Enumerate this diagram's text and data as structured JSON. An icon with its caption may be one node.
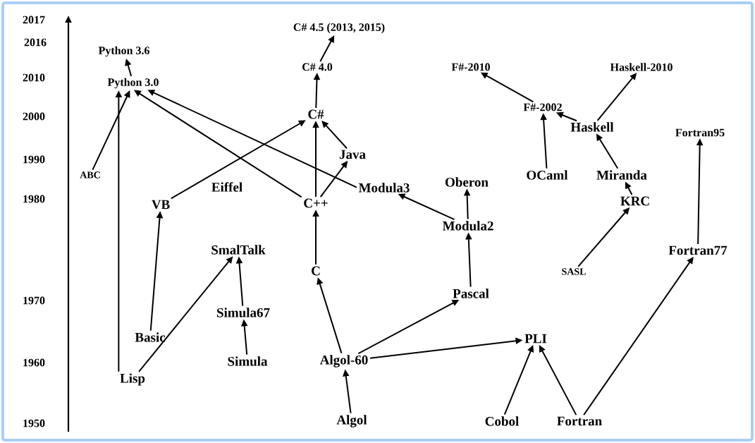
{
  "diagram": {
    "nodes": [
      {
        "text": [
          "Python 3.6"
        ]
      },
      {
        "text": [
          "Python 3.0"
        ]
      },
      {
        "text": [
          "C# 4.5 (2013, 2015)"
        ]
      },
      {
        "text": [
          "C# 4.0"
        ]
      },
      {
        "text": [
          "C#"
        ]
      },
      {
        "text": [
          "F#-2010"
        ]
      },
      {
        "text": [
          "Haskell-2010"
        ]
      },
      {
        "text": [
          "F#-2002"
        ]
      },
      {
        "text": [
          "Haskell"
        ]
      },
      {
        "text": [
          "Fortran95"
        ]
      },
      {
        "text": [
          "Java"
        ]
      },
      {
        "text": [
          "ABC"
        ]
      },
      {
        "text": [
          "OCaml"
        ]
      },
      {
        "text": [
          "Miranda"
        ]
      },
      {
        "text": [
          "Eiffel"
        ]
      },
      {
        "text": [
          "Modula3"
        ]
      },
      {
        "text": [
          "Oberon"
        ]
      },
      {
        "text": [
          "VB"
        ]
      },
      {
        "text": [
          "C++"
        ]
      },
      {
        "text": [
          "KRC"
        ]
      },
      {
        "text": [
          "Modula2"
        ]
      },
      {
        "text": [
          "SmalTalk"
        ]
      },
      {
        "text": [
          "Fortran77"
        ]
      },
      {
        "text": [
          "C"
        ]
      },
      {
        "text": [
          "SASL"
        ]
      },
      {
        "text": [
          "Pascal"
        ]
      },
      {
        "text": [
          "Simula67"
        ]
      },
      {
        "text": [
          "Basic"
        ]
      },
      {
        "text": [
          "PLI"
        ]
      },
      {
        "text": [
          "Simula"
        ]
      },
      {
        "text": [
          "Algol-60"
        ]
      },
      {
        "text": [
          "Lisp"
        ]
      },
      {
        "text": [
          "Algol"
        ]
      },
      {
        "text": [
          "Cobol"
        ]
      },
      {
        "text": [
          "Fortran"
        ]
      }
    ],
    "edges": [
      {
        "from": 1,
        "to": 0,
        "arrow": "to"
      },
      {
        "from": 11,
        "to": 1,
        "arrow": "to"
      },
      {
        "from": 31,
        "to": 1,
        "arrow": "to"
      },
      {
        "from": 18,
        "to": 1,
        "arrow": "to"
      },
      {
        "from": 15,
        "to": 1,
        "arrow": "to"
      },
      {
        "from": 17,
        "to": 4,
        "arrow": "to"
      },
      {
        "from": 3,
        "to": 2,
        "arrow": "to"
      },
      {
        "from": 4,
        "to": 3,
        "arrow": "to"
      },
      {
        "from": 18,
        "to": 4,
        "arrow": "to"
      },
      {
        "from": 10,
        "to": 4,
        "arrow": "to"
      },
      {
        "from": 18,
        "to": 10,
        "arrow": "to"
      },
      {
        "from": 20,
        "to": 15,
        "arrow": "to"
      },
      {
        "from": 20,
        "to": 16,
        "arrow": "to"
      },
      {
        "from": 7,
        "to": 5,
        "arrow": "to"
      },
      {
        "from": 12,
        "to": 7,
        "arrow": "to"
      },
      {
        "from": 8,
        "to": 7,
        "arrow": "to"
      },
      {
        "from": 8,
        "to": 6,
        "arrow": "to"
      },
      {
        "from": 13,
        "to": 8,
        "arrow": "to"
      },
      {
        "from": 19,
        "to": 13,
        "arrow": "to"
      },
      {
        "from": 24,
        "to": 19,
        "arrow": "to"
      },
      {
        "from": 22,
        "to": 9,
        "arrow": "to"
      },
      {
        "from": 27,
        "to": 17,
        "arrow": "to"
      },
      {
        "from": 31,
        "to": 21,
        "arrow": "to"
      },
      {
        "from": 26,
        "to": 21,
        "arrow": "to"
      },
      {
        "from": 29,
        "to": 26,
        "arrow": "to"
      },
      {
        "from": 23,
        "to": 18,
        "arrow": "to"
      },
      {
        "from": 30,
        "to": 23,
        "arrow": "to"
      },
      {
        "from": 30,
        "to": 25,
        "arrow": "to"
      },
      {
        "from": 25,
        "to": 20,
        "arrow": "to"
      },
      {
        "from": 30,
        "to": 28,
        "arrow": "to"
      },
      {
        "from": 32,
        "to": 30,
        "arrow": "to"
      },
      {
        "from": 33,
        "to": 28,
        "arrow": "to"
      },
      {
        "from": 34,
        "to": 28,
        "arrow": "to"
      },
      {
        "from": 34,
        "to": 22,
        "arrow": "to"
      }
    ],
    "labels": [
      "2017",
      "2016",
      "2010",
      "2000",
      "1990",
      "1980",
      "1970",
      "1960",
      "1950"
    ]
  }
}
